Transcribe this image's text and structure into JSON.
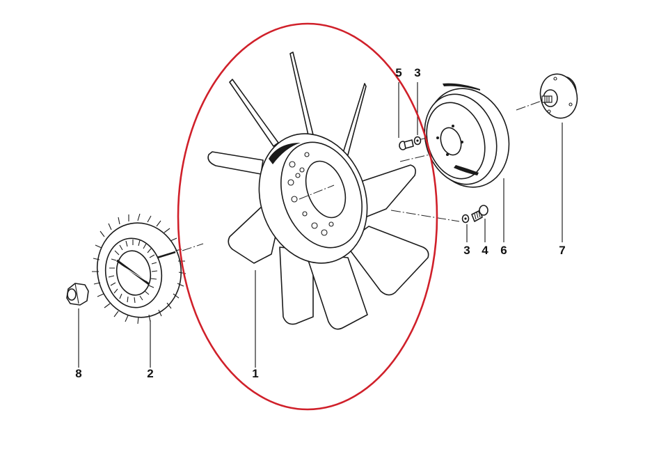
{
  "diagram": {
    "type": "exploded-parts-view",
    "subject": "Engine cooling fan assembly",
    "highlight": {
      "shape": "ellipse",
      "color": "#d0202a",
      "target_part": "1"
    },
    "parts": [
      {
        "number": "1",
        "component": "fan-blade"
      },
      {
        "number": "2",
        "component": "fan-clutch"
      },
      {
        "number": "3",
        "component": "washer"
      },
      {
        "number": "4",
        "component": "bolt"
      },
      {
        "number": "5",
        "component": "bolt"
      },
      {
        "number": "6",
        "component": "pulley"
      },
      {
        "number": "7",
        "component": "hub"
      },
      {
        "number": "8",
        "component": "nut"
      }
    ],
    "labels": {
      "l1": "1",
      "l2": "2",
      "l3a": "3",
      "l3b": "3",
      "l4": "4",
      "l5": "5",
      "l6": "6",
      "l7": "7",
      "l8": "8"
    }
  }
}
